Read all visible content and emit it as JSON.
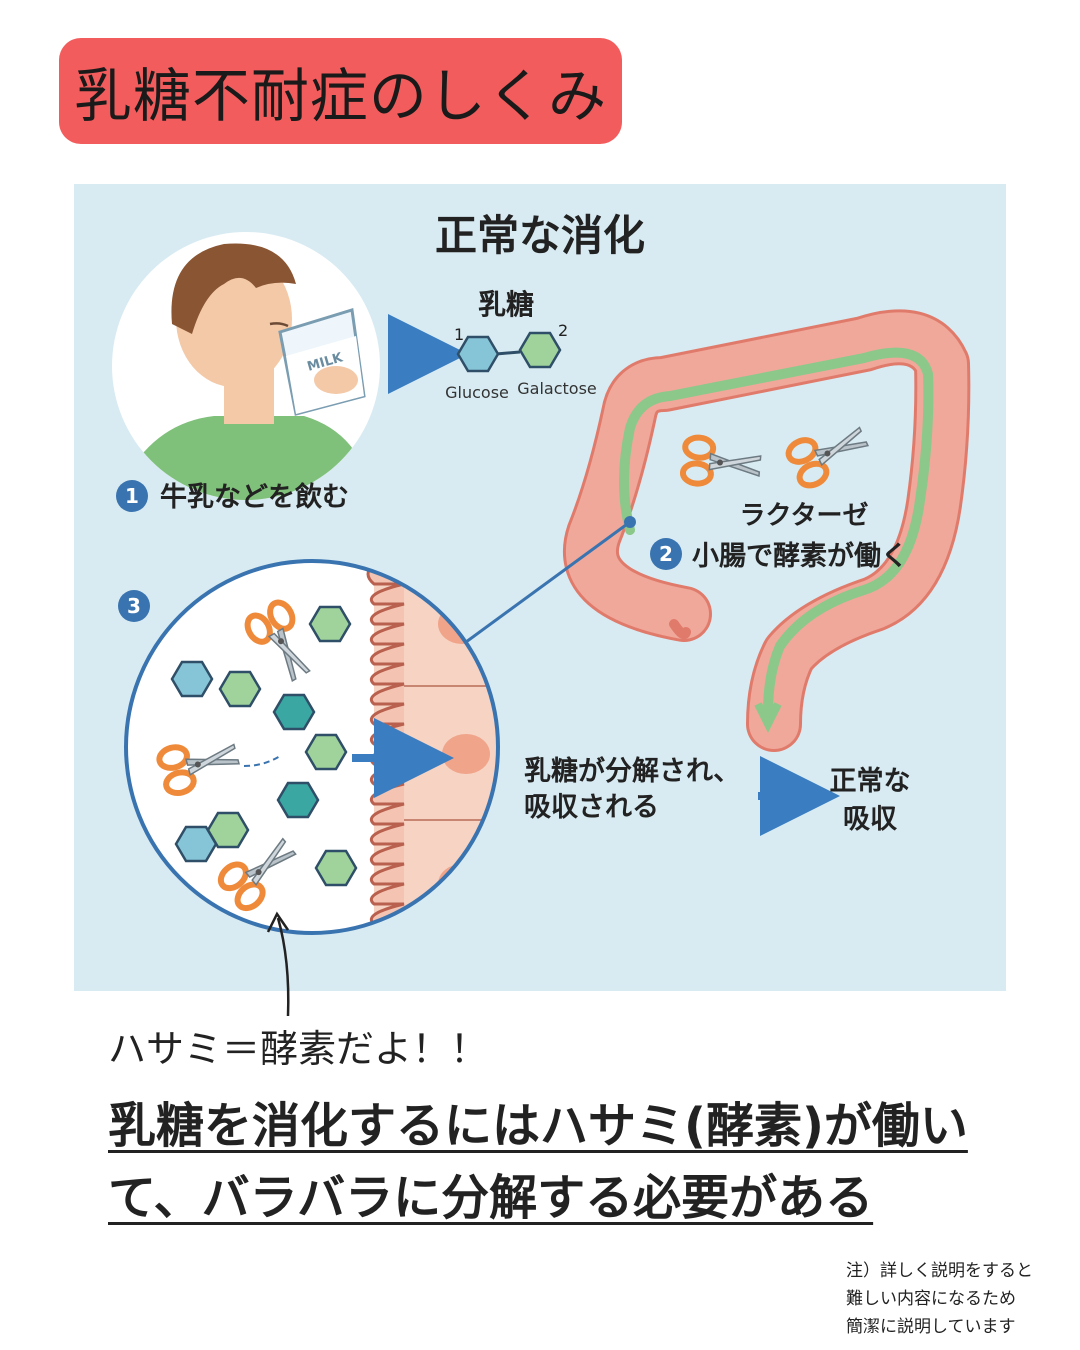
{
  "title": "乳糖不耐症のしくみ",
  "diagram": {
    "heading": "正常な消化",
    "milk_label": "MILK",
    "lactose_label": "乳糖",
    "glucose_number": "1",
    "galactose_number": "2",
    "glucose_label": "Glucose",
    "galactose_label": "Galactose",
    "step1_number": "1",
    "step1_label": "牛乳などを飲む",
    "enzyme_label": "ラクターゼ",
    "step2_number": "2",
    "step2_label": "小腸で酵素が働く",
    "step3_number": "3",
    "absorb_line1": "乳糖が分解され、",
    "absorb_line2": "吸収される",
    "result_line1": "正常な",
    "result_line2": "吸収"
  },
  "note_scissors": "ハサミ＝酵素だよ！！",
  "summary": "乳糖を消化するにはハサミ(酵素)が働いて、バラバラに分解する必要がある",
  "footnote": {
    "line1": "注）詳しく説明をすると",
    "line2": "難しい内容になるため",
    "line3": "簡潔に説明しています"
  },
  "colors": {
    "title_bg": "#f25c5c",
    "panel_bg": "#d8ebf2",
    "step_circle": "#3a74b0",
    "arrow": "#3a7dc0",
    "intestine": "#f0a89a",
    "flow": "#8cc88a",
    "glucose_hex": "#86c5d8",
    "galactose_hex": "#9fd39b",
    "scissors_handle": "#ee8a3a"
  },
  "icons": [
    "person-drinking-icon",
    "milk-glass-icon",
    "hexagon-molecule-icon",
    "scissors-icon",
    "intestine-icon",
    "villi-icon",
    "arrow-right-icon"
  ]
}
